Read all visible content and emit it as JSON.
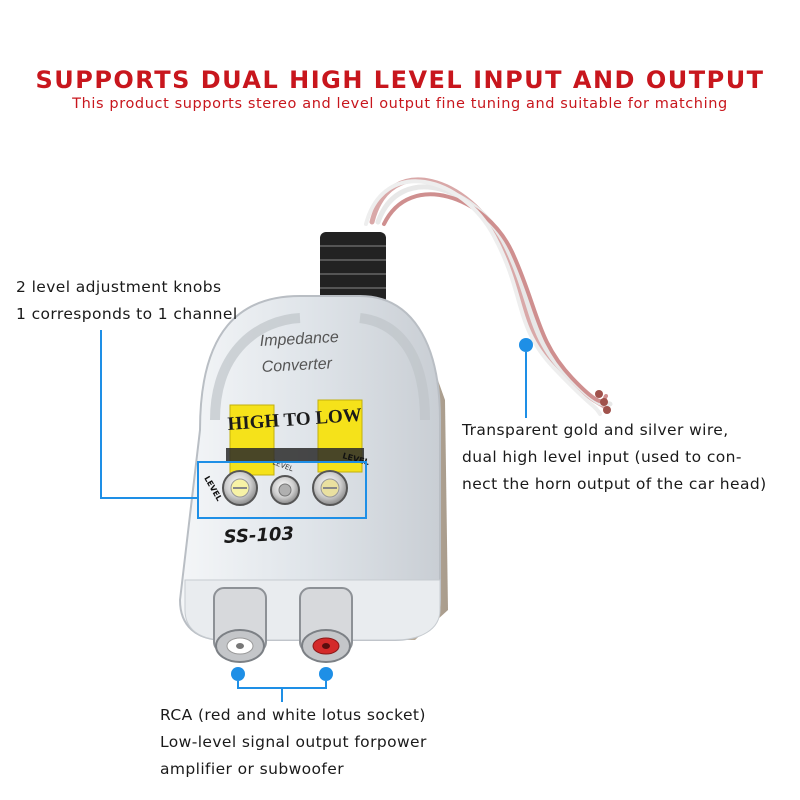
{
  "header": {
    "title": "SUPPORTS DUAL HIGH LEVEL INPUT AND OUTPUT",
    "subtitle": "This product supports stereo and level output fine tuning and suitable for matching"
  },
  "callouts": {
    "knobs": [
      "2 level adjustment knobs",
      "1 corresponds to 1 channel"
    ],
    "wire": [
      "Transparent gold and silver wire,",
      "dual high level input (used to con-",
      "nect the horn output of the car head)"
    ],
    "rca": [
      "RCA (red and white lotus socket)",
      "Low-level signal output forpower",
      "amplifier or subwoofer"
    ]
  },
  "device": {
    "label_line1": "Impedance",
    "label_line2": "Converter",
    "band_text": "HIGH TO LOW",
    "model": "SS-103",
    "knob_label_left": "LEVEL",
    "knob_label_mid": "LEVEL",
    "knob_label_right": "LEVEL"
  },
  "colors": {
    "accent_red": "#c8161d",
    "callout_blue": "#1e8fe6",
    "knob_yellow": "#f5e21a",
    "rca_red": "#d42a2a"
  }
}
